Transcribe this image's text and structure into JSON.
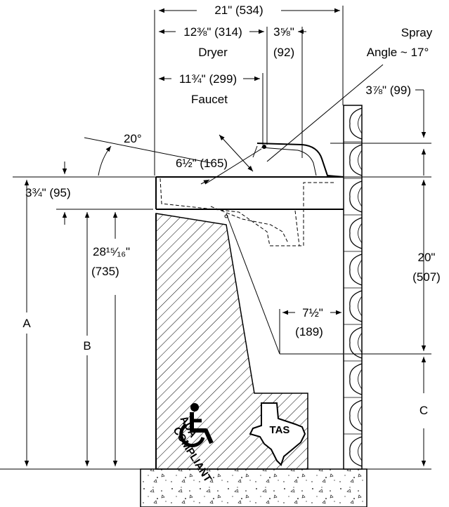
{
  "dimensions": {
    "overall_width": "21\" (534)",
    "dryer_in": "12⅜\" (314)",
    "dryer_label": "Dryer",
    "spout_in": "3⅝\"",
    "spout_mm": "(92)",
    "spray_line1": "Spray",
    "spray_line2": "Angle ~ 17°",
    "faucet_in": "11¾\" (299)",
    "faucet_label": "Faucet",
    "top_offset": "3⅞\" (99)",
    "tilt_angle": "20°",
    "basin_reach": "6½\" (165)",
    "deck_thickness": "3¾\" (95)",
    "knee_height_in": "28¹⁵⁄₁₆\"",
    "knee_height_mm": "(735)",
    "mount_height_in": "20\"",
    "mount_height_mm": "(507)",
    "clearance_in": "7½\"",
    "clearance_mm": "(189)",
    "label_a": "A",
    "label_b": "B",
    "label_c": "C"
  },
  "badges": {
    "ada_top": "ADA",
    "ada_bottom": "COMPLIANT",
    "tas": "TAS"
  },
  "icons": [
    "wheelchair-icon",
    "texas-state-icon"
  ]
}
